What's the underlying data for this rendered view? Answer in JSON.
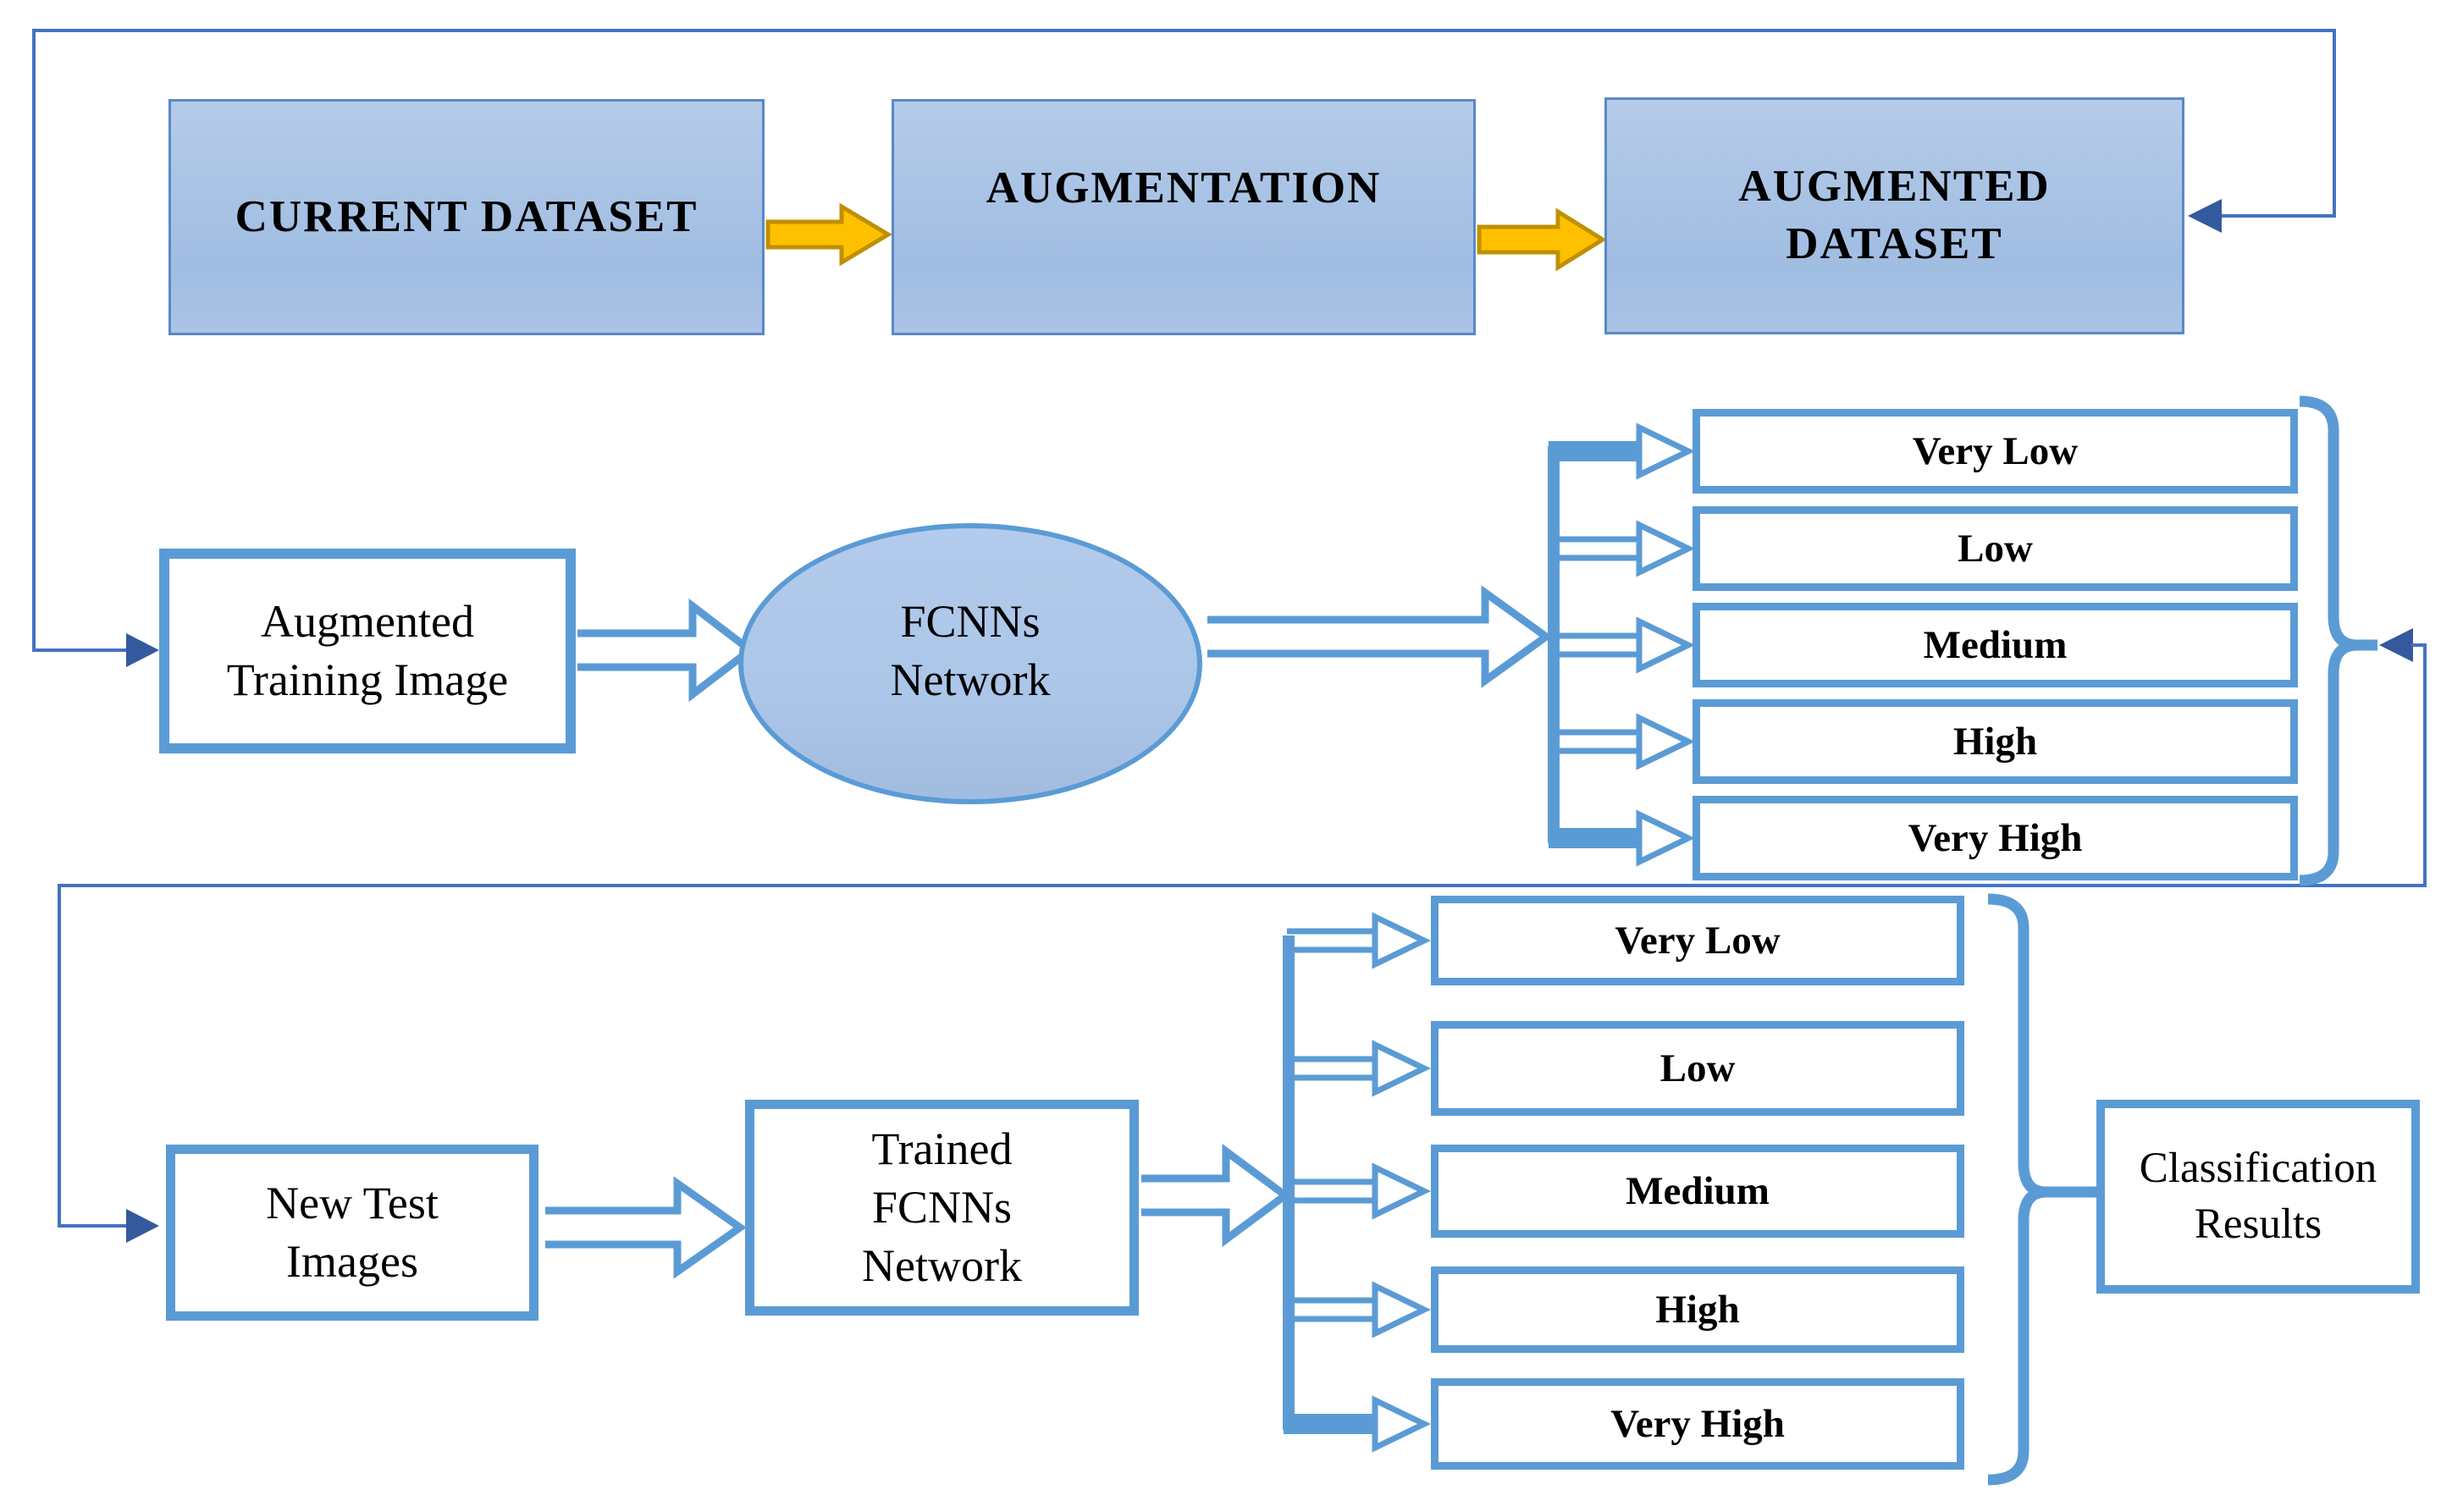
{
  "pipeline": {
    "dataset_row": [
      {
        "label": "CURRENT DATASET"
      },
      {
        "label": "AUGMENTATION"
      },
      {
        "label": "AUGMENTED\nDATASET"
      }
    ],
    "training": {
      "input": "Augmented\nTraining Image",
      "network": "FCNNs\nNetwork",
      "levels": [
        "Very Low",
        "Low",
        "Medium",
        "High",
        "Very High"
      ]
    },
    "testing": {
      "input": "New Test\nImages",
      "network": "Trained\nFCNNs\nNetwork",
      "levels": [
        "Very Low",
        "Low",
        "Medium",
        "High",
        "Very High"
      ],
      "output": "Classification\nResults"
    },
    "colors": {
      "shape_blue": "#5B9BD5",
      "connector_blue": "#4472C4",
      "arrowhead_blue": "#35599F",
      "gold_fill": "#FFC000",
      "gold_border": "#BF9000",
      "box_fill_top": "#B5CBE9",
      "box_fill_bottom": "#A0BDE2",
      "ellipse_fill": "#ABC6E8",
      "text_color": "#000000"
    }
  }
}
